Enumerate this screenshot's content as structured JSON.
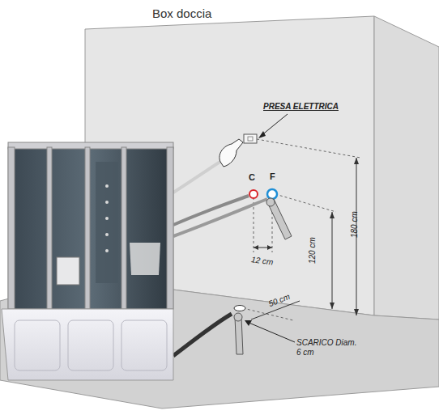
{
  "diagram": {
    "title": "Box doccia",
    "labels": [
      "PRESA ELETTRICA",
      "C",
      "F",
      "12 cm",
      "120 cm",
      "180 cm",
      "50 cm",
      "SCARICO Diam. 6 cm"
    ]
  }
}
